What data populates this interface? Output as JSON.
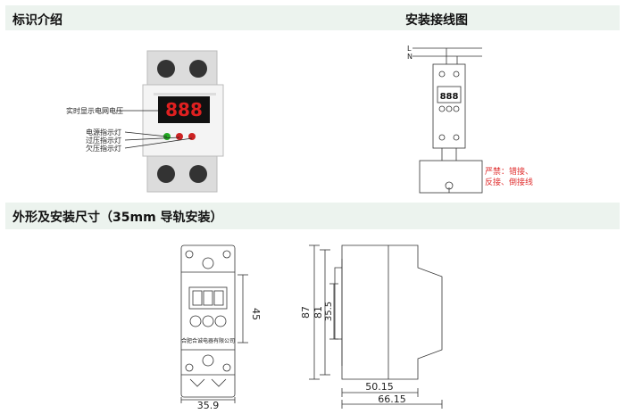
{
  "headers": {
    "left": "标识介绍",
    "right": "安装接线图",
    "dims": "外形及安装尺寸（35mm 导轨安装）"
  },
  "callouts": {
    "display": "实时显示电网电压",
    "power": "电源指示灯",
    "overvoltage": "过压指示灯",
    "undervoltage": "欠压指示灯"
  },
  "wiring": {
    "line_L": "L",
    "line_N": "N",
    "warning_1": "严禁：错接、",
    "warning_2": "反接、倒接线"
  },
  "front_view": {
    "display_digits": "888",
    "company": "合肥合诚电器有限公司",
    "height_dim": "45",
    "width_dim": "35.9"
  },
  "side_view": {
    "dim_87": "87",
    "dim_81": "81",
    "dim_35_5": "35.5",
    "dim_50_15": "50.15",
    "dim_66_15": "66.15"
  },
  "colors": {
    "band": "#ecf3ee",
    "display_bg": "#111111",
    "led_red": "#e02020",
    "warning": "#e03030"
  }
}
